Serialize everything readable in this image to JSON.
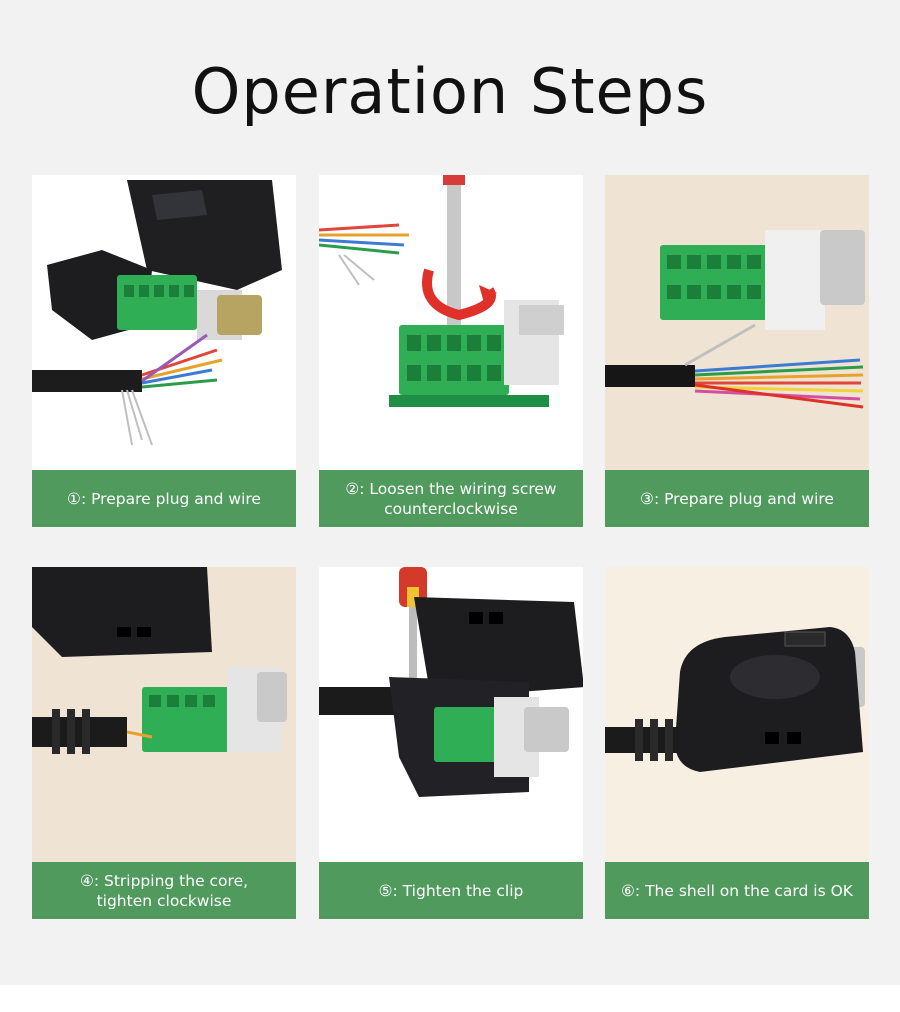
{
  "page": {
    "title": "Operation Steps"
  },
  "steps": [
    {
      "line1": "①: Prepare plug and wire",
      "line2": ""
    },
    {
      "line1": "②: Loosen the wiring screw",
      "line2": "counterclockwise"
    },
    {
      "line1": "③: Prepare plug and wire",
      "line2": ""
    },
    {
      "line1": "④: Stripping the core,",
      "line2": "tighten clockwise"
    },
    {
      "line1": "⑤: Tighten the clip",
      "line2": ""
    },
    {
      "line1": "⑥: The shell on the card is OK",
      "line2": ""
    }
  ],
  "colors": {
    "caption_bg": "#4f9a5c",
    "page_bg": "#f2f2f2"
  }
}
